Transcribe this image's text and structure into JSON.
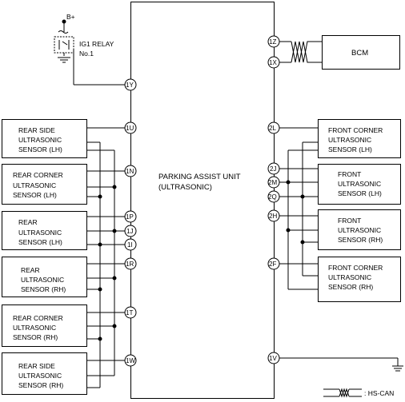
{
  "power": {
    "label": "B+"
  },
  "relay": {
    "line1": "IG1 RELAY",
    "line2": "No.1"
  },
  "unit": {
    "line1": "PARKING ASSIST UNIT",
    "line2": "(ULTRASONIC)"
  },
  "bcm": {
    "label": "BCM"
  },
  "legend": {
    "label": ": HS-CAN"
  },
  "pins": {
    "p1Y": "1Y",
    "p1Z": "1Z",
    "p1X": "1X",
    "p1U": "1U",
    "p1N": "1N",
    "p1P": "1P",
    "p1J": "1J",
    "p1I": "1I",
    "p1R": "1R",
    "p1T": "1T",
    "p1W": "1W",
    "p1V": "1V",
    "p2L": "2L",
    "p2J": "2J",
    "p2M": "2M",
    "p2Q": "2Q",
    "p2H": "2H",
    "p2F": "2F"
  },
  "left_sensors": [
    {
      "lines": [
        "REAR SIDE",
        "ULTRASONIC",
        "SENSOR (LH)"
      ]
    },
    {
      "lines": [
        "REAR CORNER",
        "ULTRASONIC",
        "SENSOR (LH)"
      ]
    },
    {
      "lines": [
        "REAR",
        "ULTRASONIC",
        "SENSOR (LH)"
      ]
    },
    {
      "lines": [
        "REAR",
        "ULTRASONIC",
        "SENSOR (RH)"
      ]
    },
    {
      "lines": [
        "REAR CORNER",
        "ULTRASONIC",
        "SENSOR (RH)"
      ]
    },
    {
      "lines": [
        "REAR SIDE",
        "ULTRASONIC",
        "SENSOR (RH)"
      ]
    }
  ],
  "right_sensors": [
    {
      "lines": [
        "FRONT CORNER",
        "ULTRASONIC",
        "SENSOR (LH)"
      ]
    },
    {
      "lines": [
        "FRONT",
        "ULTRASONIC",
        "SENSOR (LH)"
      ]
    },
    {
      "lines": [
        "FRONT",
        "ULTRASONIC",
        "SENSOR (RH)"
      ]
    },
    {
      "lines": [
        "FRONT CORNER",
        "ULTRASONIC",
        "SENSOR (RH)"
      ]
    }
  ]
}
